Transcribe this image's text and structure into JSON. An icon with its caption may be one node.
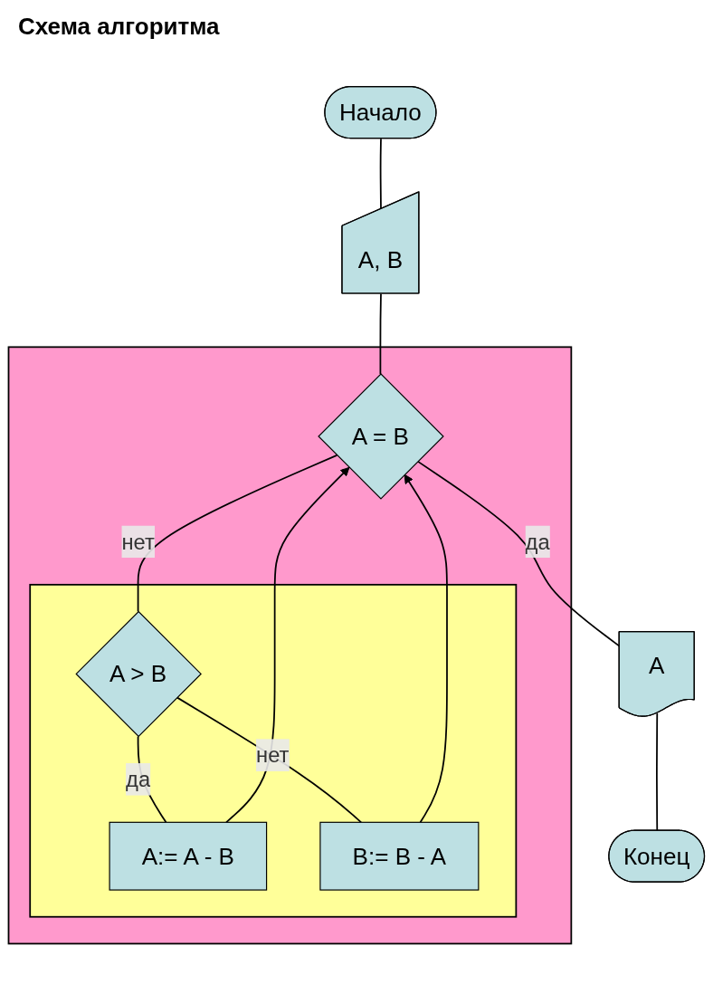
{
  "diagram": {
    "title": "Схема алгоритма",
    "nodes": [
      {
        "text": [
          "Начало"
        ]
      },
      {
        "text": [
          "A, B"
        ]
      },
      {
        "text": [],
        "shape": "box"
      },
      {
        "text": [
          "A = B"
        ],
        "in": 2
      },
      {
        "text": [],
        "shape": "box",
        "in": 2
      },
      {
        "text": [
          "A > B"
        ],
        "in": 4
      },
      {
        "text": [
          "A:= A - B"
        ],
        "in": 4
      },
      {
        "text": [
          "B:= B - A"
        ],
        "in": 4
      },
      {
        "text": [
          "A"
        ]
      },
      {
        "text": [
          "Конец"
        ]
      }
    ],
    "edges": [
      {
        "from": 0,
        "to": 1,
        "arrow": "none"
      },
      {
        "from": 1,
        "to": 3,
        "arrow": "none"
      },
      {
        "from": 3,
        "to": 5,
        "label": "нет",
        "arrow": "none"
      },
      {
        "from": 5,
        "to": 6,
        "label": "да",
        "arrow": "none"
      },
      {
        "from": 5,
        "to": 7,
        "label": "нет",
        "arrow": "none"
      },
      {
        "from": 6,
        "to": 3,
        "arrow": "to"
      },
      {
        "from": 7,
        "to": 3,
        "arrow": "to"
      },
      {
        "from": 3,
        "to": 8,
        "label": "да",
        "arrow": "none"
      },
      {
        "from": 8,
        "to": 9,
        "arrow": "none"
      }
    ]
  }
}
